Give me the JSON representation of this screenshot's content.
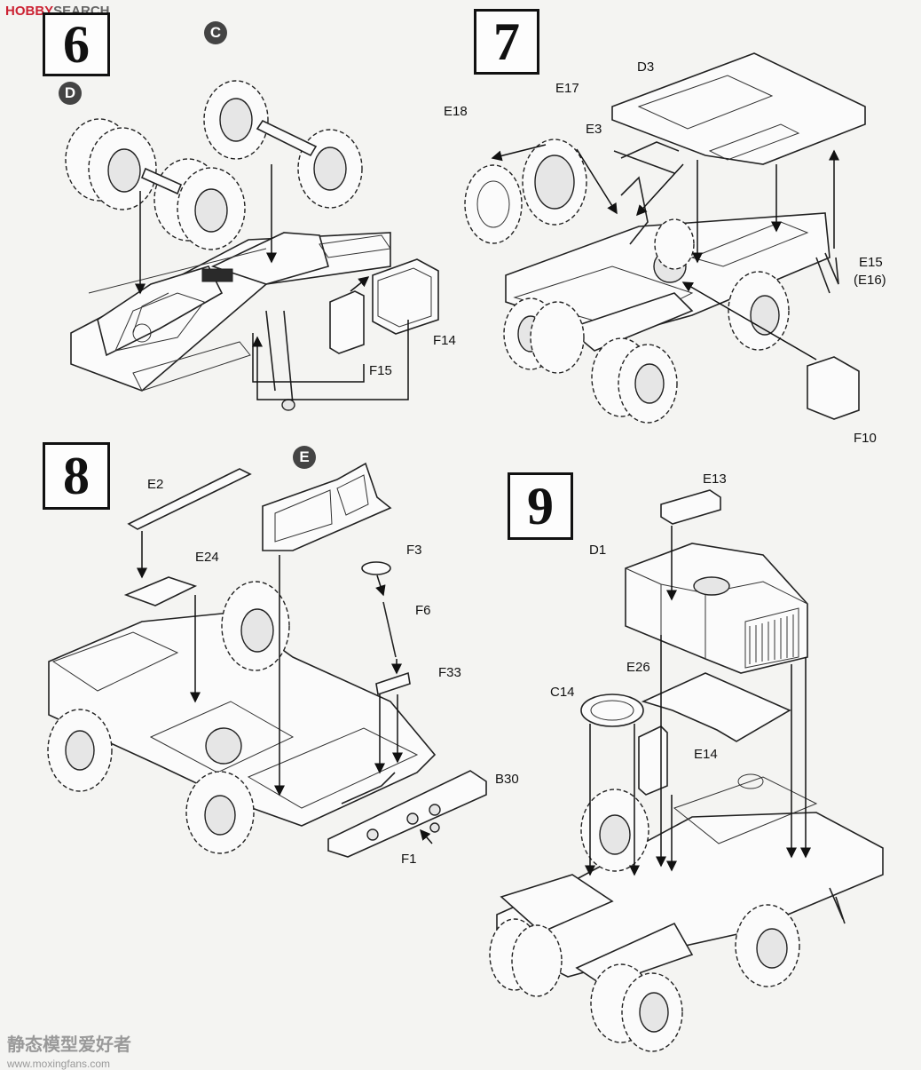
{
  "watermark_top": {
    "brand": "HOBBY",
    "suffix": "SEARCH"
  },
  "watermark_bottom": {
    "cn": "静态模型爱好者",
    "url": "www.moxingfans.com"
  },
  "steps": [
    {
      "number": "6",
      "badges": [
        "C",
        "D"
      ],
      "parts": [
        "F14",
        "F15"
      ]
    },
    {
      "number": "7",
      "parts": [
        "D3",
        "E17",
        "E18",
        "E3",
        "E15",
        "(E16)",
        "F10"
      ]
    },
    {
      "number": "8",
      "badges": [
        "E"
      ],
      "parts": [
        "E2",
        "E24",
        "F3",
        "F6",
        "F33",
        "B30",
        "F1"
      ]
    },
    {
      "number": "9",
      "parts": [
        "E13",
        "D1",
        "E26",
        "C14",
        "E14"
      ]
    }
  ],
  "colors": {
    "paper": "#f4f4f2",
    "ink": "#111111",
    "badge": "#444444"
  }
}
